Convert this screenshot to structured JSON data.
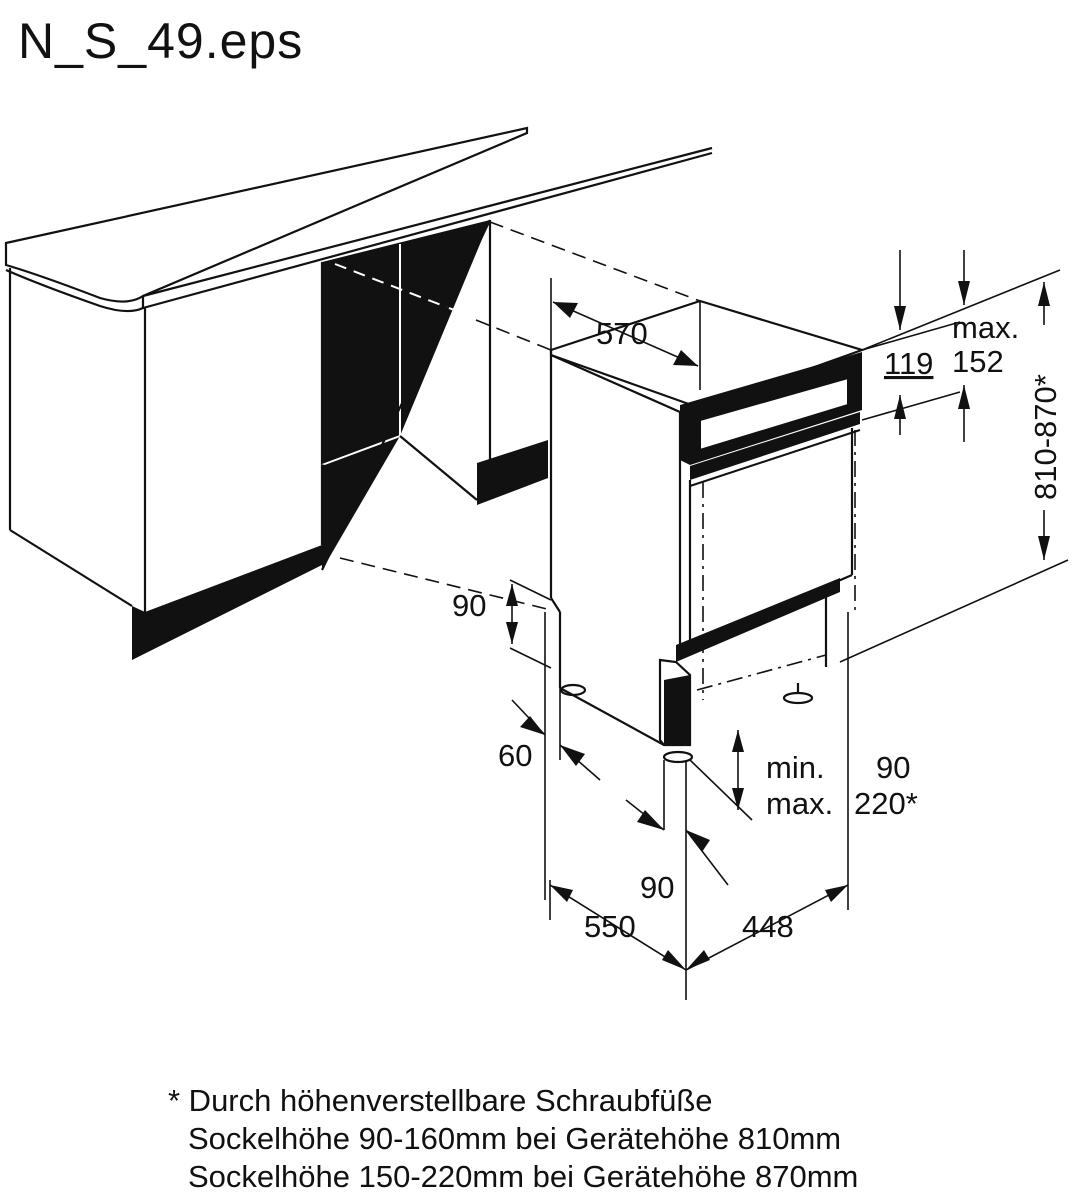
{
  "title": "N_S_49.eps",
  "dimensions": {
    "d570": "570",
    "d119": "119",
    "max_label_top": "max.",
    "d152": "152",
    "height_range": "810-870*",
    "d90_left": "90",
    "d60": "60",
    "min_label": "min.",
    "d90_right": "90",
    "max_label_bottom": "max.",
    "d220": "220*",
    "d90_bottom": "90",
    "d550": "550",
    "d448": "448"
  },
  "footnote": {
    "line1": "* Durch höhenverstellbare Schraubfüße",
    "line2": "Sockelhöhe 90-160mm bei Gerätehöhe 810mm",
    "line3": "Sockelhöhe 150-220mm bei Gerätehöhe 870mm"
  }
}
